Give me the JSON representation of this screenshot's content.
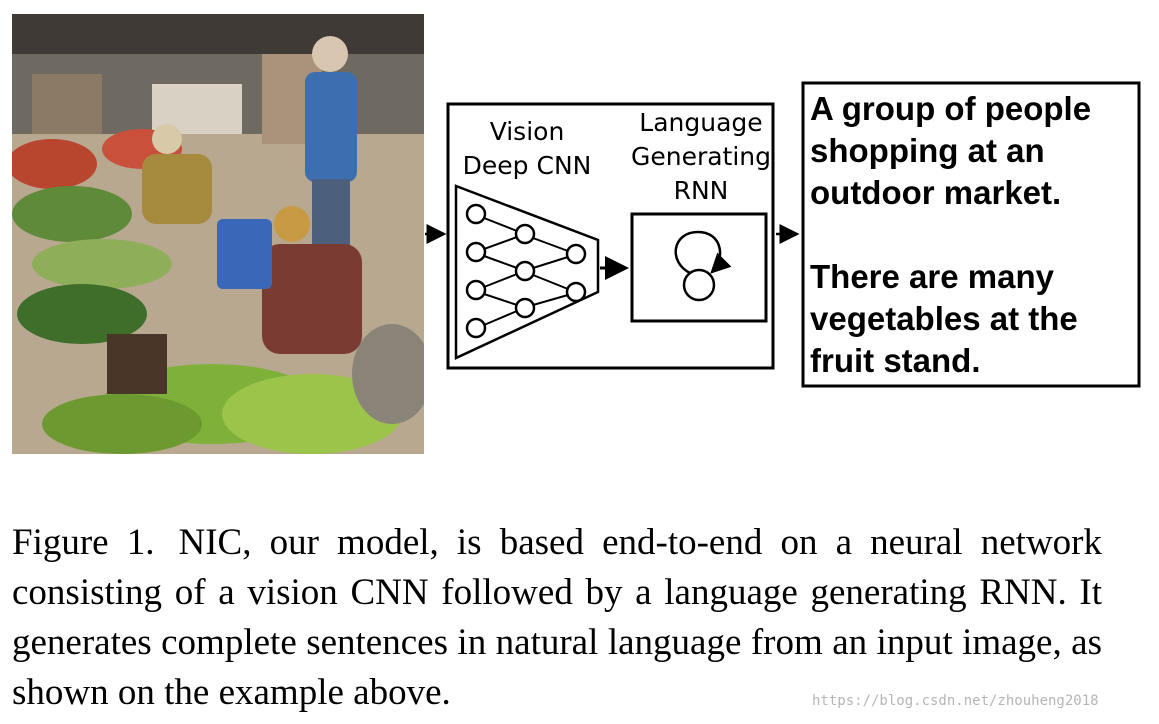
{
  "diagram": {
    "vision_label_line1": "Vision",
    "vision_label_line2": "Deep CNN",
    "language_label_line1": "Language",
    "language_label_line2": "Generating",
    "language_label_line3": "RNN"
  },
  "output": {
    "sentence1_line1": "A group of people",
    "sentence1_line2": "shopping at an",
    "sentence1_line3": "outdoor market.",
    "sentence2_line1": "There are many",
    "sentence2_line2": "vegetables at the",
    "sentence2_line3": "fruit stand."
  },
  "caption": {
    "label": "Figure 1.",
    "text": "NIC, our model, is based end-to-end on a neural network consisting of a vision CNN followed by a language generating RNN. It generates complete sentences in natural language from an input image, as shown on the example above."
  },
  "watermark": "https://blog.csdn.net/zhouheng2018"
}
